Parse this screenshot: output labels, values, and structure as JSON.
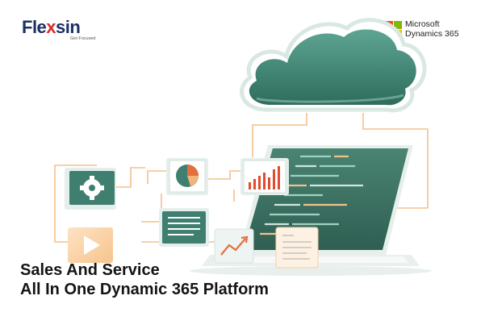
{
  "brand": {
    "name_start": "Fle",
    "name_accent": "x",
    "name_end": "sin",
    "tagline": "Get Focused"
  },
  "partner_logo": {
    "line1": "Microsoft",
    "line2": "Dynamics 365",
    "colors": [
      "#f25022",
      "#7fba00",
      "#00a4ef",
      "#ffb900"
    ]
  },
  "headline": {
    "line1": "Sales And Service",
    "line2": "All In One Dynamic 365 Platform"
  },
  "palette": {
    "teal": "#3f7f70",
    "orange_line": "#f3c08c",
    "laptop_screen": "#3e7766"
  }
}
